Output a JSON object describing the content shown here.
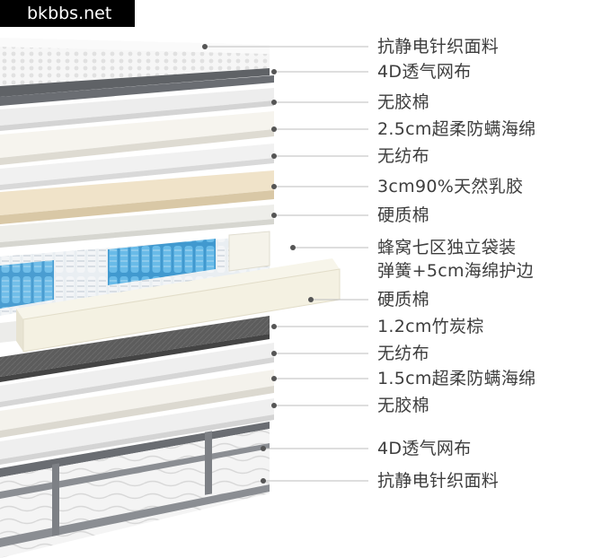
{
  "watermark": "bkbbs.net",
  "layers": [
    {
      "label": "抗静电针织面料"
    },
    {
      "label": "4D透气网布"
    },
    {
      "label": "无胶棉"
    },
    {
      "label": "2.5cm超柔防螨海绵"
    },
    {
      "label": "无纺布"
    },
    {
      "label": "3cm90%天然乳胶"
    },
    {
      "label": "硬质棉"
    },
    {
      "label": "蜂窝七区独立袋装",
      "label2": "弹簧+5cm海绵护边"
    },
    {
      "label": "硬质棉"
    },
    {
      "label": "1.2cm竹炭棕"
    },
    {
      "label": "无纺布"
    },
    {
      "label": "1.5cm超柔防螨海绵"
    },
    {
      "label": "无胶棉"
    },
    {
      "label": "4D透气网布"
    },
    {
      "label": "抗静电针织面料"
    }
  ],
  "colors": {
    "label_text": "#3d3d3d",
    "leader_line": "#bdbdbd",
    "leader_dot": "#555555",
    "knit_fabric": "#f4f4f4",
    "mesh_edge": "#5f6266",
    "latex": "#efe2c8",
    "bamboo_charcoal": "#5a5a5a",
    "spring_blue": "#4aa9e0",
    "spring_white": "#f2f4f6"
  }
}
